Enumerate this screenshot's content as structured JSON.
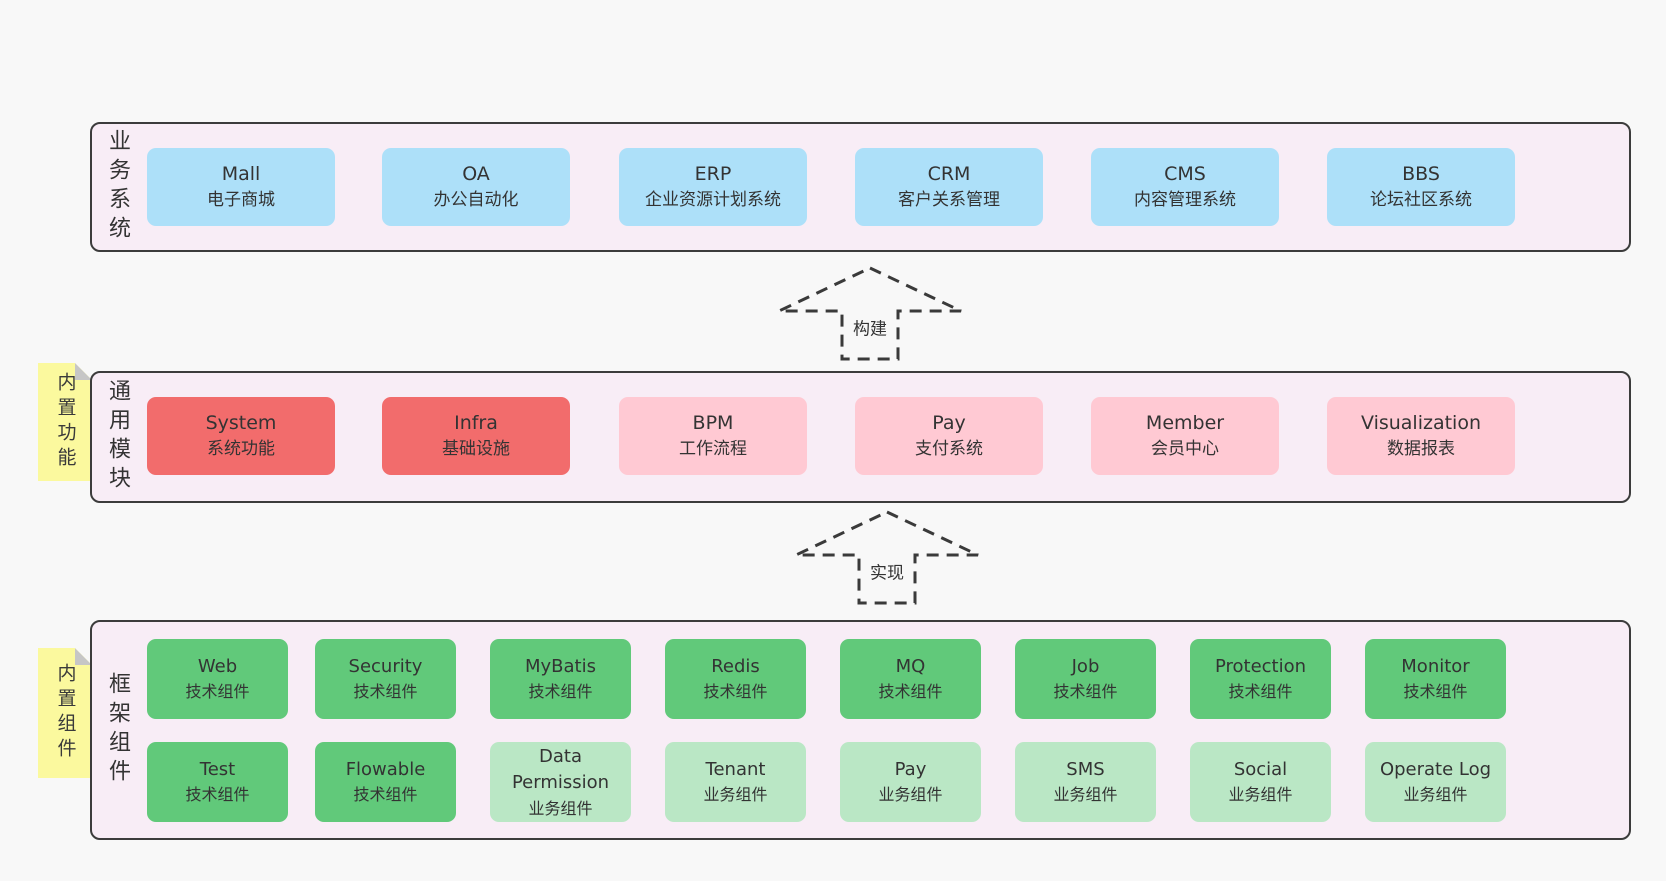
{
  "colors": {
    "page_bg": "#f8f8f8",
    "layer_bg": "#f8edf6",
    "layer_border": "#3c3c3c",
    "blue": "#ade0f9",
    "red": "#f26c6c",
    "pink": "#ffc9d3",
    "green": "#61c97a",
    "light_green": "#bae7c5",
    "sticky_yellow": "#fbf99e",
    "sticky_fold_gray": "#c6c6c6",
    "text": "#333333"
  },
  "arrows": [
    {
      "label": "构建"
    },
    {
      "label": "实现"
    }
  ],
  "layers": [
    {
      "label": "业务系统",
      "boxes": [
        {
          "name": "Mall",
          "desc": "电子商城",
          "variant": "blue"
        },
        {
          "name": "OA",
          "desc": "办公自动化",
          "variant": "blue"
        },
        {
          "name": "ERP",
          "desc": "企业资源计划系统",
          "variant": "blue"
        },
        {
          "name": "CRM",
          "desc": "客户关系管理",
          "variant": "blue"
        },
        {
          "name": "CMS",
          "desc": "内容管理系统",
          "variant": "blue"
        },
        {
          "name": "BBS",
          "desc": "论坛社区系统",
          "variant": "blue"
        }
      ]
    },
    {
      "label": "通用模块",
      "sticky": "内置功能",
      "boxes": [
        {
          "name": "System",
          "desc": "系统功能",
          "variant": "red"
        },
        {
          "name": "Infra",
          "desc": "基础设施",
          "variant": "red"
        },
        {
          "name": "BPM",
          "desc": "工作流程",
          "variant": "pink"
        },
        {
          "name": "Pay",
          "desc": "支付系统",
          "variant": "pink"
        },
        {
          "name": "Member",
          "desc": "会员中心",
          "variant": "pink"
        },
        {
          "name": "Visualization",
          "desc": "数据报表",
          "variant": "pink"
        }
      ]
    },
    {
      "label": "框架组件",
      "sticky": "内置组件",
      "rows": [
        [
          {
            "name": "Web",
            "desc": "技术组件",
            "variant": "green"
          },
          {
            "name": "Security",
            "desc": "技术组件",
            "variant": "green"
          },
          {
            "name": "MyBatis",
            "desc": "技术组件",
            "variant": "green"
          },
          {
            "name": "Redis",
            "desc": "技术组件",
            "variant": "green"
          },
          {
            "name": "MQ",
            "desc": "技术组件",
            "variant": "green"
          },
          {
            "name": "Job",
            "desc": "技术组件",
            "variant": "green"
          },
          {
            "name": "Protection",
            "desc": "技术组件",
            "variant": "green"
          },
          {
            "name": "Monitor",
            "desc": "技术组件",
            "variant": "green"
          }
        ],
        [
          {
            "name": "Test",
            "desc": "技术组件",
            "variant": "green"
          },
          {
            "name": "Flowable",
            "desc": "技术组件",
            "variant": "green"
          },
          {
            "name": "Data Permission",
            "desc": "业务组件",
            "variant": "lightgreen"
          },
          {
            "name": "Tenant",
            "desc": "业务组件",
            "variant": "lightgreen"
          },
          {
            "name": "Pay",
            "desc": "业务组件",
            "variant": "lightgreen"
          },
          {
            "name": "SMS",
            "desc": "业务组件",
            "variant": "lightgreen"
          },
          {
            "name": "Social",
            "desc": "业务组件",
            "variant": "lightgreen"
          },
          {
            "name": "Operate Log",
            "desc": "业务组件",
            "variant": "lightgreen"
          }
        ]
      ]
    }
  ]
}
